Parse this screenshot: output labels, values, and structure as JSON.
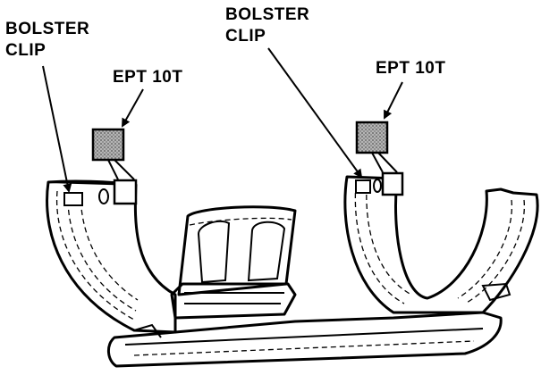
{
  "labels": {
    "left_clip": [
      "BOLSTER",
      "CLIP"
    ],
    "right_clip": [
      "BOLSTER",
      "CLIP"
    ],
    "left_tape": "EPT 10T",
    "right_tape": "EPT 10T"
  },
  "colors": {
    "ink": "#000000",
    "tape_fill": "#9a9a9a",
    "background": "#ffffff"
  }
}
